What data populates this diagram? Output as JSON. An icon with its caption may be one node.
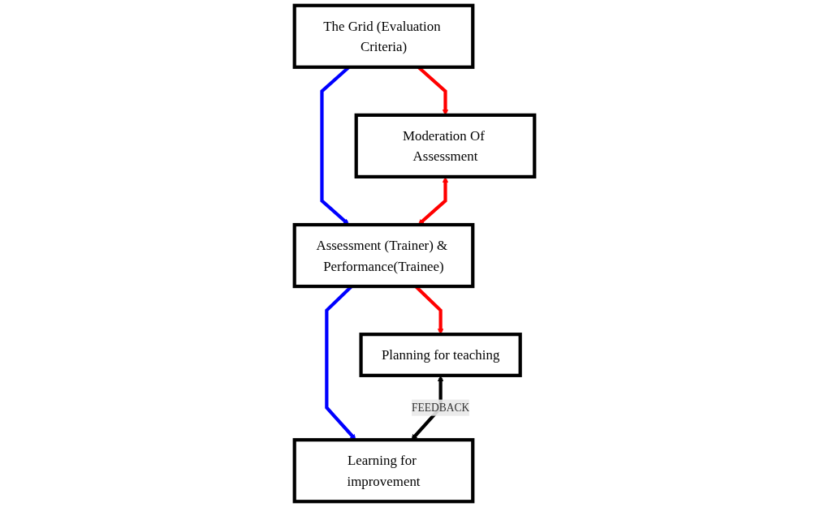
{
  "diagram": {
    "nodes": [
      {
        "text": [
          "The Grid (Evaluation Criteria)"
        ]
      },
      {
        "text": [
          "Moderation Of Assessment"
        ]
      },
      {
        "text": [
          "Assessment (Trainer) & Performance(Trainee)"
        ]
      },
      {
        "text": [
          "Planning for teaching"
        ]
      },
      {
        "text": [
          "Learning for improvement"
        ]
      }
    ],
    "edges": [
      {
        "from": 0,
        "to": 1,
        "arrow": "to",
        "color": "#ff0000"
      },
      {
        "from": 0,
        "to": 2,
        "arrow": "to",
        "color": "#0000ff"
      },
      {
        "from": 1,
        "to": 2,
        "arrow": "both",
        "color": "#ff0000"
      },
      {
        "from": 2,
        "to": 3,
        "arrow": "to",
        "color": "#ff0000"
      },
      {
        "from": 2,
        "to": 4,
        "arrow": "to",
        "color": "#0000ff"
      },
      {
        "from": 3,
        "to": 4,
        "arrow": "both",
        "label": "FEEDBACK",
        "color": "#000000"
      }
    ]
  }
}
